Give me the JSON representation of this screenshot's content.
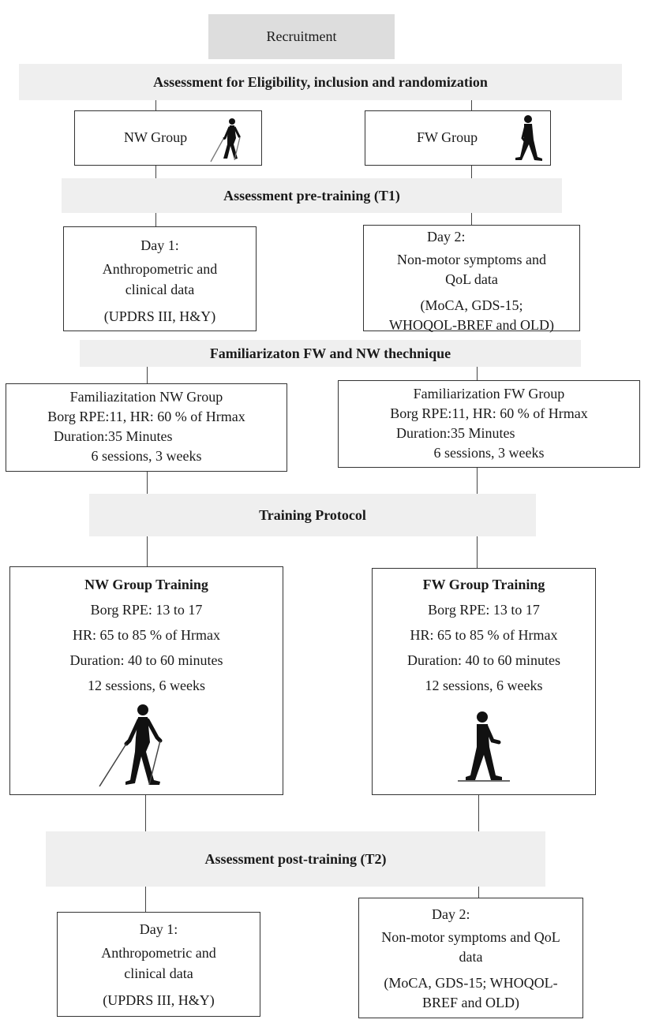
{
  "recruitment": "Recruitment",
  "eligibility": "Assessment for Eligibility, inclusion and randomization",
  "groups": {
    "nw": "NW Group",
    "fw": "FW Group"
  },
  "pre_training": "Assessment pre-training (T1)",
  "pre_day1": {
    "title": "Day 1:",
    "line1": "Anthropometric and",
    "line2": "clinical  data",
    "line3": "(UPDRS III, H&Y)"
  },
  "pre_day2": {
    "title": "Day 2:",
    "line1": "Non-motor symptoms and",
    "line2": "QoL data",
    "line3": "(MoCA, GDS-15;",
    "line4": "WHOQOL-BREF and OLD)"
  },
  "familiarization_header": "Familiarizaton FW and NW thechnique",
  "fam_nw": {
    "title": "Familiazitation  NW Group",
    "borg": "Borg RPE:11, HR:  60 % of Hrmax",
    "duration": "Duration:35  Minutes",
    "sessions": "6 sessions, 3 weeks"
  },
  "fam_fw": {
    "title": "Familiarization  FW Group",
    "borg": "Borg RPE:11, HR:  60 % of Hrmax",
    "duration": "Duration:35  Minutes",
    "sessions": "6 sessions, 3 weeks"
  },
  "training_protocol": "Training Protocol",
  "nw_training": {
    "title": "NW Group Training",
    "borg": "Borg RPE:  13 to 17",
    "hr": "HR:  65 to 85  % of Hrmax",
    "duration": "Duration:  40 to 60 minutes",
    "sessions": "12 sessions, 6 weeks"
  },
  "fw_training": {
    "title": "FW Group Training",
    "borg": "Borg RPE:  13 to 17",
    "hr": "HR:  65 to 85  % of Hrmax",
    "duration": "Duration:  40 to 60 minutes",
    "sessions": "12 sessions, 6 weeks"
  },
  "post_training": "Assessment post-training (T2)",
  "post_day1": {
    "title": "Day 1:",
    "line1": "Anthropometric and",
    "line2": "clinical  data",
    "line3": "(UPDRS III, H&Y)"
  },
  "post_day2": {
    "title": "Day 2:",
    "line1": "Non-motor symptoms and QoL",
    "line2": "data",
    "line3": "(MoCA, GDS-15; WHOQOL-",
    "line4": "BREF and OLD)"
  },
  "icons": {
    "nordic": "nordic-walker-icon",
    "free": "walker-icon"
  }
}
